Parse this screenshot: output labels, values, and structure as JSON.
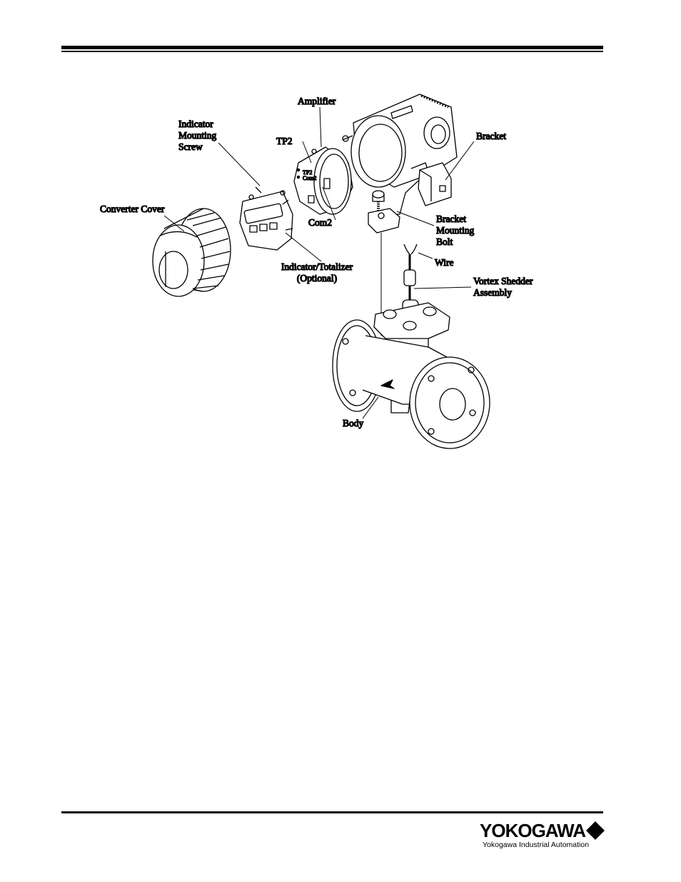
{
  "diagram": {
    "labels": {
      "amplifier": "Amplifier",
      "indicator_screw": [
        "Indicator",
        "Mounting",
        "Screw"
      ],
      "tp2": "TP2",
      "bracket": "Bracket",
      "converter_cover": "Converter Cover",
      "com2": "Com2",
      "bracket_bolt": [
        "Bracket",
        "Mounting",
        "Bolt"
      ],
      "wire": "Wire",
      "indicator_totalizer": [
        "Indicator/Totalizer",
        "(Optional)"
      ],
      "vortex_assembly": [
        "Vortex Shedder",
        "Assembly"
      ],
      "body": "Body"
    },
    "pcb_marks": {
      "tp2": "TP2",
      "com2": "Com2"
    }
  },
  "footer": {
    "brand": "YOKOGAWA",
    "tagline": "Yokogawa Industrial Automation",
    "logo_icon": "diamond-icon"
  }
}
